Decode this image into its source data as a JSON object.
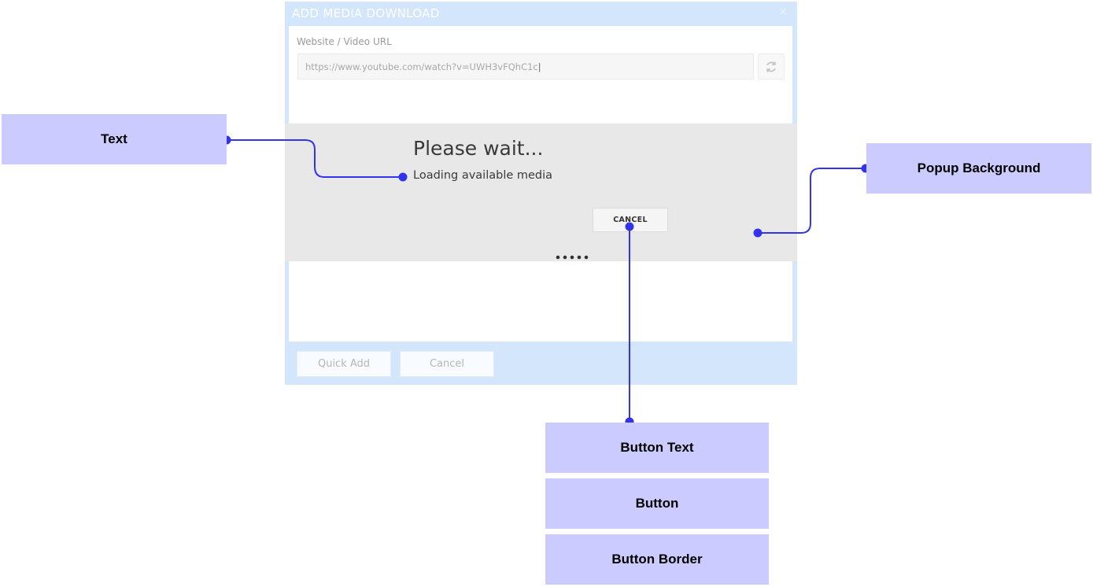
{
  "dialog": {
    "title": "ADD MEDIA DOWNLOAD",
    "close_glyph": "×",
    "url_label": "Website / Video URL",
    "url_value": "https://www.youtube.com/watch?v=UWH3vFQhC1c",
    "refresh_icon": "refresh-icon",
    "quick_add_label": "Quick Add",
    "cancel_label": "Cancel"
  },
  "popup": {
    "title": "Please wait...",
    "text": "Loading available media",
    "button_label": "CANCEL",
    "progress_icon": "loading-dots-icon"
  },
  "annotations": {
    "text": "Text",
    "popup_background": "Popup Background",
    "button_text": "Button Text",
    "button": "Button",
    "button_border": "Button Border"
  },
  "colors": {
    "label_fill": "#cccbff",
    "connector": "#3333ee",
    "dialog_frame": "#d3e6fb",
    "popup_background": "#e8e8e8"
  }
}
